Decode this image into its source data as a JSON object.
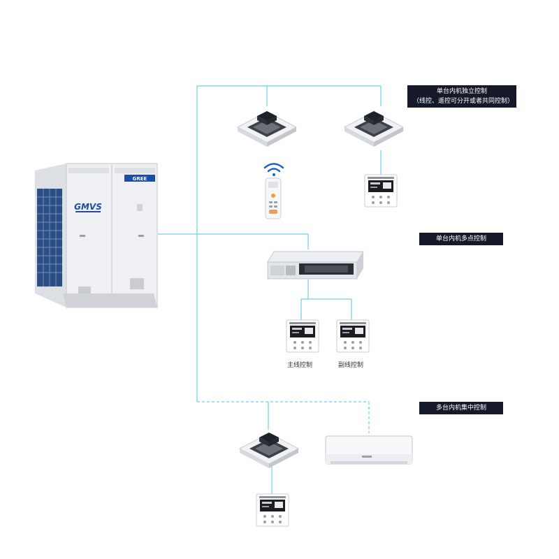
{
  "colors": {
    "line": "#6fcfe6",
    "label_bg": "#16192a",
    "label_text": "#ffffff",
    "unit": "#e4e6ea"
  },
  "outdoor_unit": {
    "brand": "GREE",
    "series": "GMVS",
    "icon": "vrf-outdoor-unit-icon"
  },
  "labels": {
    "individual": {
      "line1": "单台内机独立控制",
      "line2": "（线控、遥控可分开或者共同控制）"
    },
    "multi_point": "单台内机多点控制",
    "centralized": "多台内机集中控制"
  },
  "captions": {
    "main": "主线控制",
    "sub": "副线控制"
  },
  "icons": {
    "cassette": "cassette-unit-icon",
    "remote": "remote-control-icon",
    "wifi": "wireless-signal-icon",
    "wired": "wired-controller-icon",
    "duct": "duct-unit-icon",
    "wall": "wall-mounted-unit-icon"
  }
}
